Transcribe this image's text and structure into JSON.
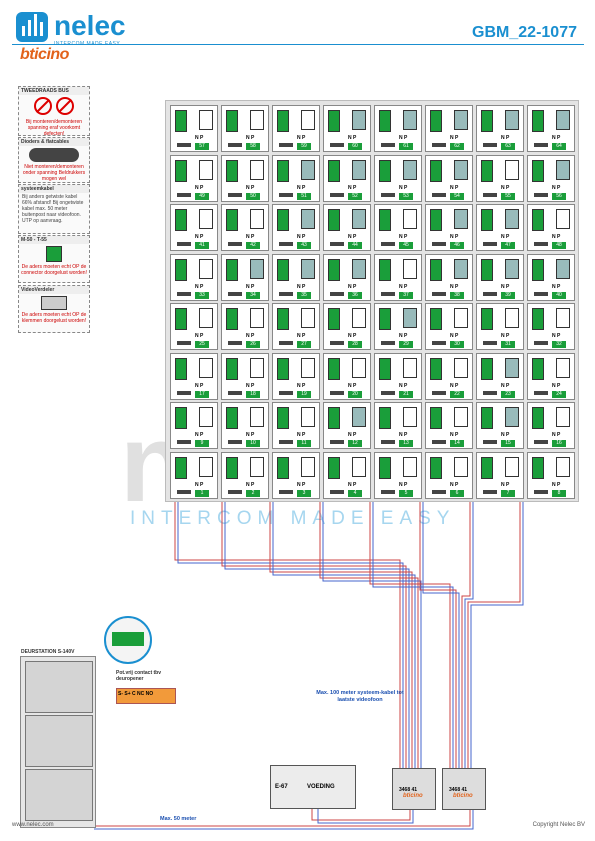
{
  "header": {
    "brand": "nelec",
    "tagline": "INTERCOM MADE EASY",
    "partner": "bticino",
    "doc_id": "GBM_22-1077"
  },
  "legend": {
    "box1_title": "TWEEDRAADS BUS",
    "box1_text": "Bij monteren/demonteren spanning eraf voorkomt defecten!",
    "box2_title": "Dioders & flatcables",
    "box2_text": "Niet monteren/demonteren onder spanning Beldrukkers mogen wel",
    "box3_title": "systeemkabel",
    "box3_text": "Bij anders getwiste kabel 66% afstand! Bij ongetwiste kabel max. 50 meter buitenpost naar videofoon. UTP op aanvraag.",
    "box4_title": "M-50 - T-55",
    "box4_text": "De aders moeten echt OP de connector doorgelust worden!",
    "box5_title": "VideoVerdeler",
    "box5_text": "De aders moeten echt OP de klemmen doorgelust worden!"
  },
  "cell_labels": {
    "n": "N",
    "p": "P"
  },
  "grid": {
    "rows": [
      [
        "57",
        "58",
        "59",
        "60",
        "61",
        "62",
        "63",
        "64"
      ],
      [
        "49",
        "50",
        "51",
        "52",
        "53",
        "54",
        "55",
        "56"
      ],
      [
        "41",
        "42",
        "43",
        "44",
        "45",
        "46",
        "47",
        "48"
      ],
      [
        "33",
        "34",
        "35",
        "36",
        "37",
        "38",
        "39",
        "40"
      ],
      [
        "25",
        "26",
        "27",
        "28",
        "29",
        "30",
        "31",
        "32"
      ],
      [
        "17",
        "18",
        "19",
        "20",
        "21",
        "22",
        "23",
        "24"
      ],
      [
        "9",
        "10",
        "11",
        "12",
        "13",
        "14",
        "15",
        "16"
      ],
      [
        "1",
        "2",
        "3",
        "4",
        "5",
        "6",
        "7",
        "8"
      ]
    ],
    "video_cells": [
      "60",
      "61",
      "62",
      "64",
      "51",
      "52",
      "53",
      "56",
      "43",
      "44",
      "46",
      "34",
      "35",
      "36",
      "38",
      "39",
      "40",
      "29",
      "47",
      "54",
      "63",
      "12",
      "15",
      "23"
    ]
  },
  "watermark": "INTERCOM MADE EASY",
  "door_station": {
    "label": "DEURSTATION S-140V"
  },
  "relay": {
    "label": "Pot.vrij contact tbv deuropener",
    "terminals": "S- S+ C NC NO"
  },
  "power_supply": {
    "code": "E-67",
    "label": "VOEDING"
  },
  "video_distributor": {
    "code": "3468 41",
    "brand": "bticino"
  },
  "notes": {
    "max100": "Max. 100 meter systeem-kabel tot laatste videofoon",
    "max50": "Max. 50 meter"
  },
  "footer": {
    "left": "www.nelec.com",
    "right": "Copyright Nelec BV"
  }
}
